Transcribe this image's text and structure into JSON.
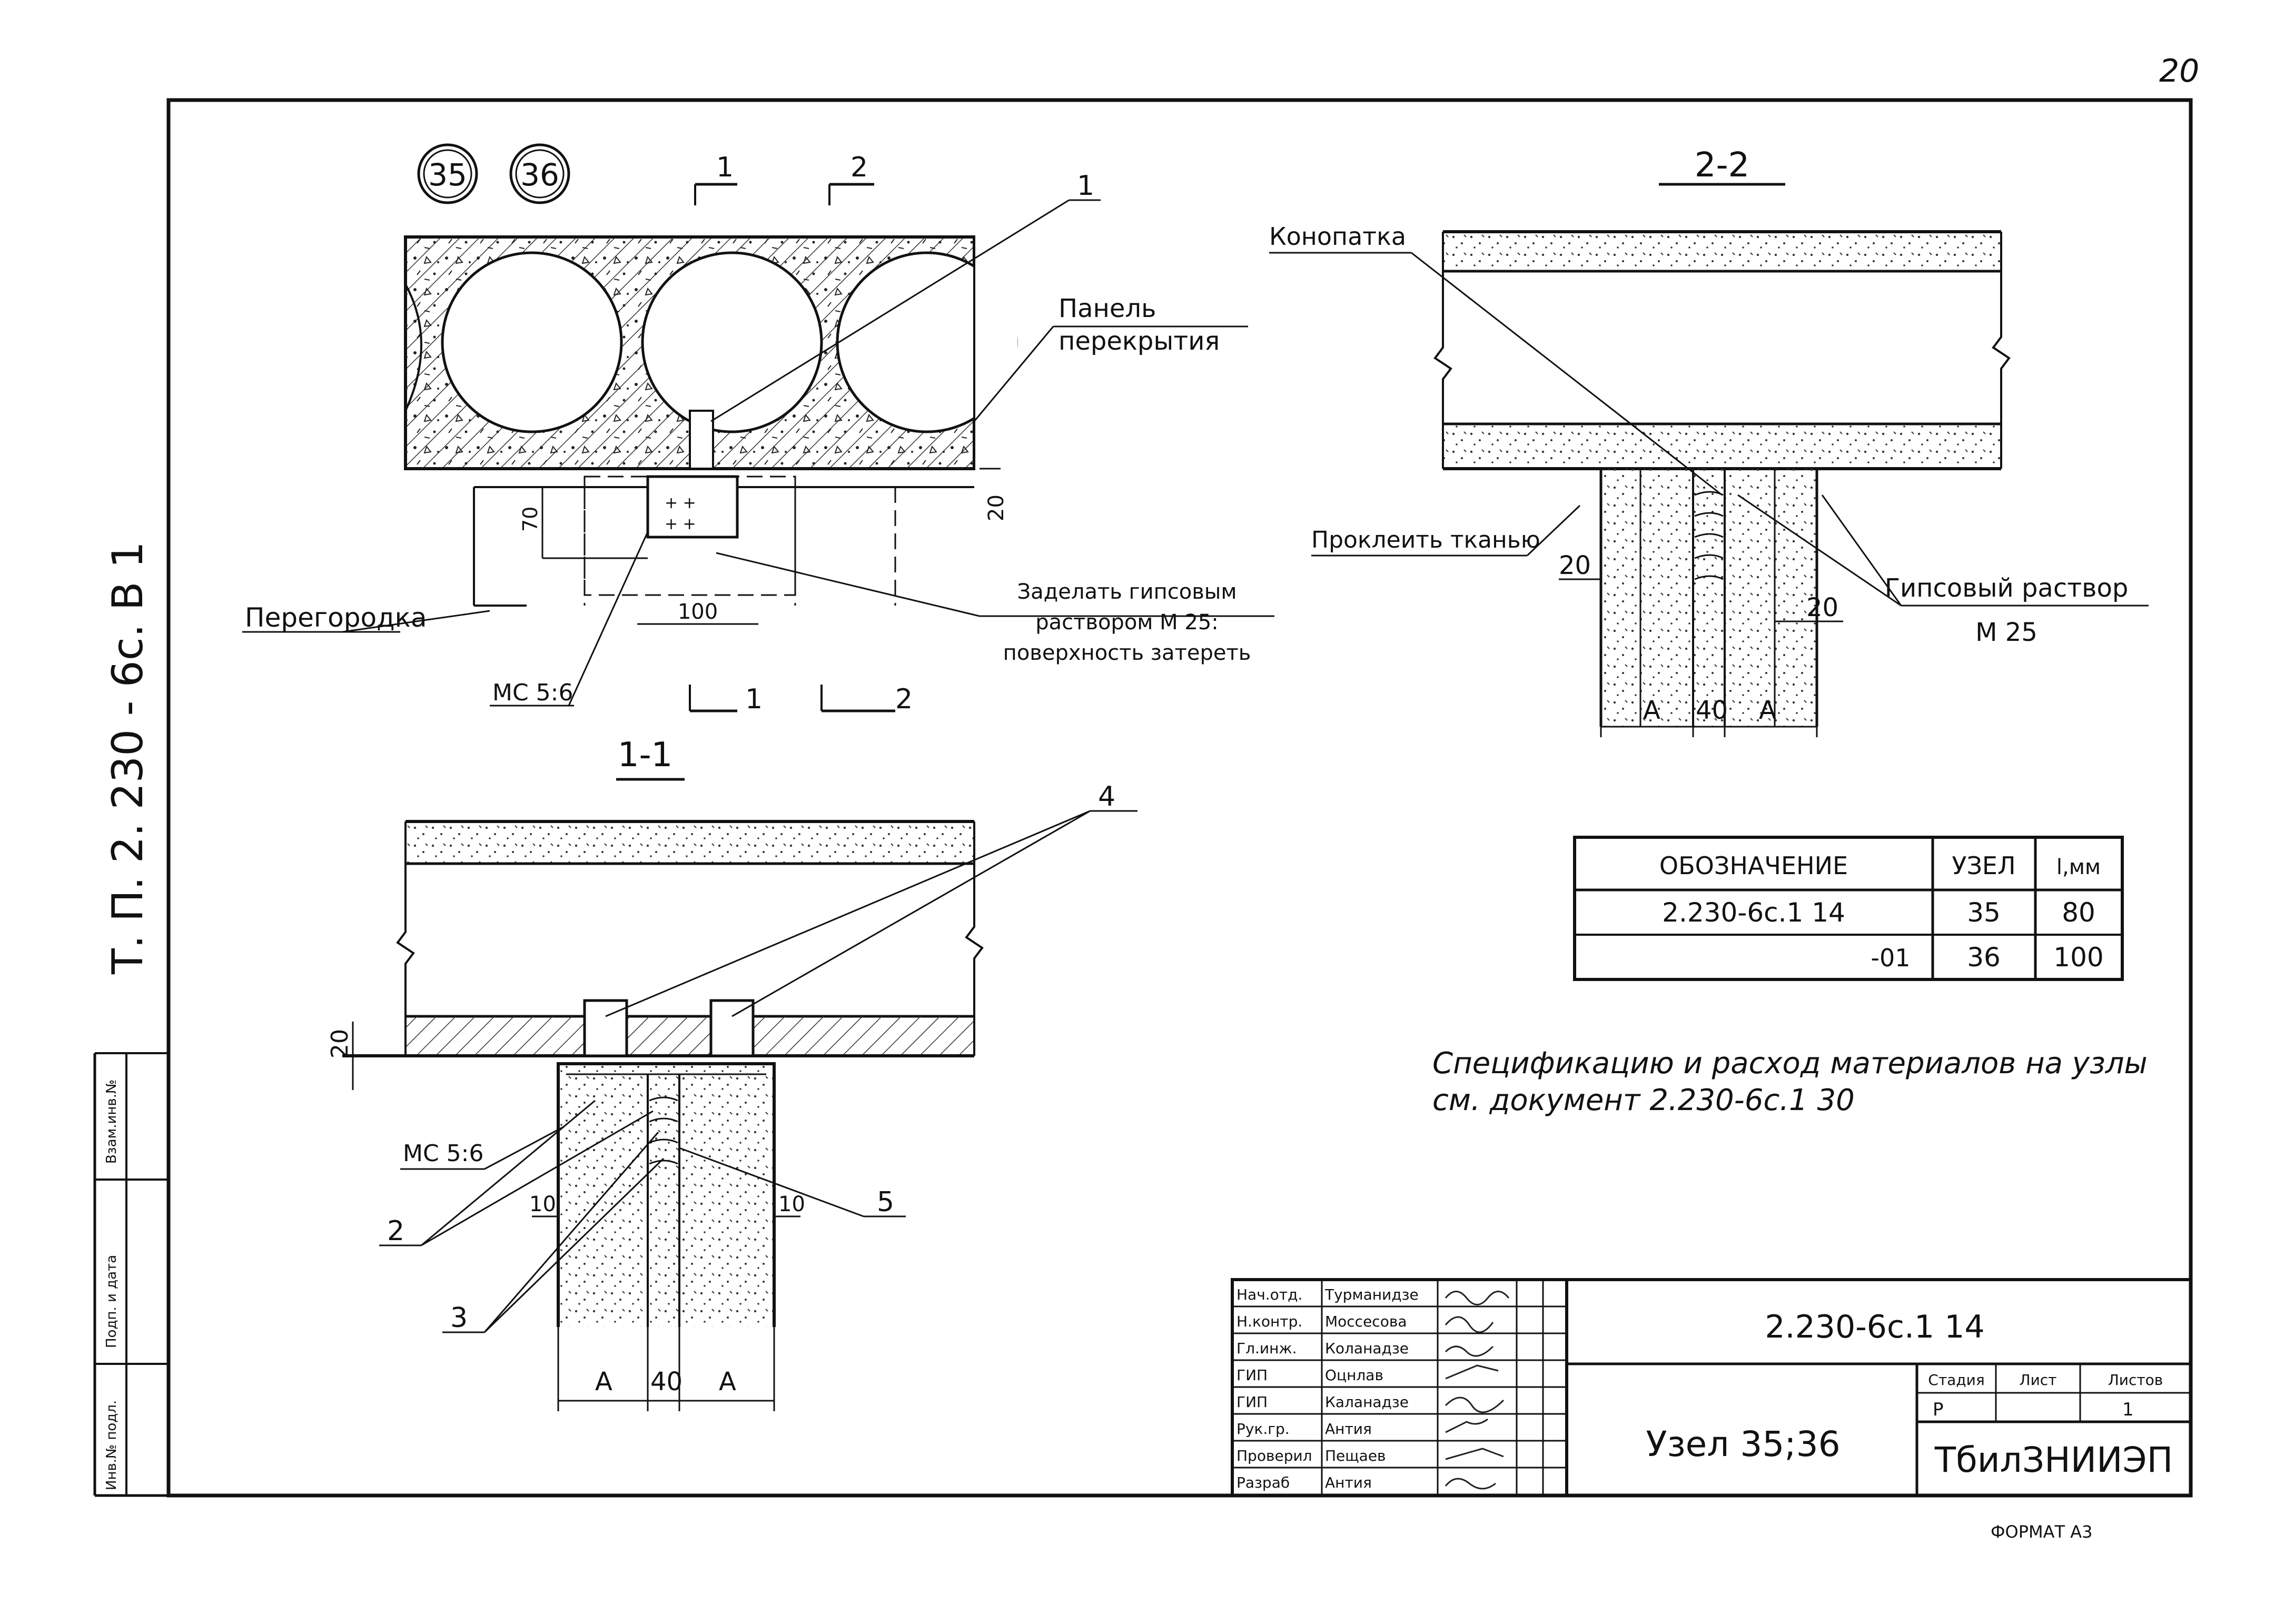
{
  "sheet_number": "20",
  "side_label": "Т. П.   2. 230 - 6с.   В 1",
  "format": "ФОРМАТ А3",
  "node_markers": [
    "35",
    "36"
  ],
  "section_marks": {
    "s1": "1",
    "s2": "2"
  },
  "views": {
    "plan_labels": {
      "item_1": "1",
      "panel": "Панель перекрытия",
      "partition": "Перегородка",
      "seal": "Заделать гипсовым раствором М 25: поверхность затереть",
      "mc": "МС 5:6",
      "dim_100": "100",
      "dim_70": "70",
      "dim_20": "20"
    },
    "section_22": {
      "title": "2-2",
      "caulk": "Конопатка",
      "glue_fabric": "Проклеить тканью",
      "gypsum": "Гипсовый раствор М 25",
      "dim_20a": "20",
      "dim_20b": "20",
      "dim_a1": "А",
      "dim_40": "40",
      "dim_a2": "А"
    },
    "section_11": {
      "title": "1-1",
      "item_4": "4",
      "item_2": "2",
      "item_3": "3",
      "item_5": "5",
      "mc": "МС 5:6",
      "dim_20": "20",
      "dim_10a": "10",
      "dim_10b": "10",
      "dim_a1": "А",
      "dim_40": "40",
      "dim_a2": "А"
    }
  },
  "spec_table": {
    "headers": [
      "ОБОЗНАЧЕНИЕ",
      "УЗЕЛ",
      "l,мм"
    ],
    "rows": [
      [
        "2.230-6с.1  14",
        "35",
        "80"
      ],
      [
        "-01",
        "36",
        "100"
      ]
    ]
  },
  "note": "Спецификацию и расход материалов на узлы см. документ 2.230-6с.1 30",
  "title_block": {
    "doc_code": "2.230-6с.1  14",
    "sheet_title": "Узел 35;36",
    "stage_header": "Стадия",
    "sheet_header": "Лист",
    "sheets_header": "Листов",
    "stage": "Р",
    "sheets_count": "1",
    "org": "ТбилЗНИИЭП",
    "roles": [
      {
        "role": "Нач.отд.",
        "name": "Турманидзе"
      },
      {
        "role": "Н.контр.",
        "name": "Моссесова"
      },
      {
        "role": "Гл.инж.",
        "name": "Коланадзе"
      },
      {
        "role": "ГИП",
        "name": "Оцнлав"
      },
      {
        "role": "ГИП",
        "name": "Каланадзе"
      },
      {
        "role": "Рук.гр.",
        "name": "Антия"
      },
      {
        "role": "Проверил",
        "name": "Пещаев"
      },
      {
        "role": "Разраб",
        "name": "Антия"
      }
    ]
  },
  "left_stamp": [
    "Инв.№ подл.",
    "Подп. и дата",
    "Взам.инв.№"
  ]
}
